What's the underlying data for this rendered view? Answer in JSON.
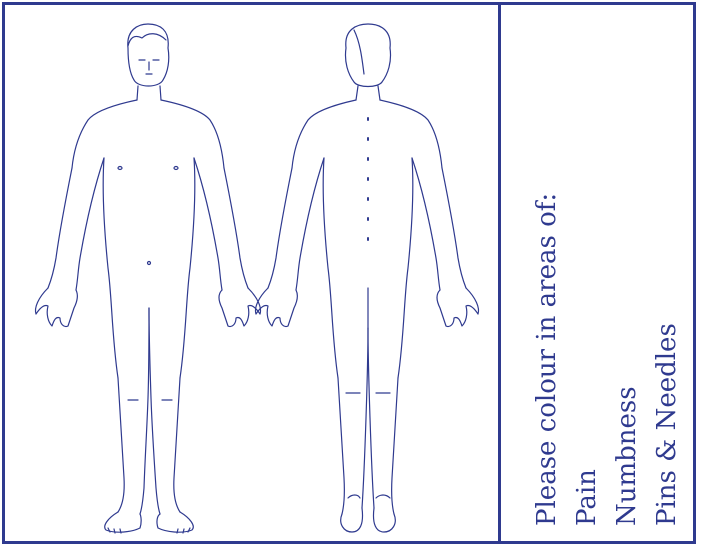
{
  "instruction": "Please colour in areas of:",
  "options": [
    "Pain",
    "Numbness",
    "Pins & Needles"
  ],
  "figures": {
    "front": {
      "name": "front-body-figure"
    },
    "back": {
      "name": "back-body-figure"
    }
  },
  "colors": {
    "ink": "#2f3a8f",
    "paper": "#ffffff"
  }
}
